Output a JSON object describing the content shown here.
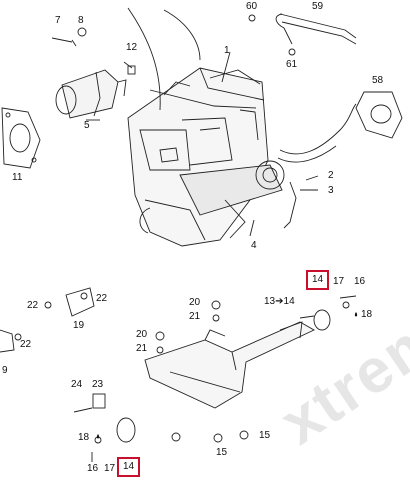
{
  "diagram": {
    "watermark": "xtrem",
    "callouts": {
      "c1": "1",
      "c2": "2",
      "c3": "3",
      "c4": "4",
      "c5": "5",
      "c7": "7",
      "c8": "8",
      "c9": "9",
      "c11": "11",
      "c12": "12",
      "c13": "13",
      "c14": "14",
      "c14_top": "14",
      "c14_bottom": "14",
      "c15a": "15",
      "c15b": "15",
      "c16a": "16",
      "c16b": "16",
      "c17a": "17",
      "c17b": "17",
      "c18a": "18",
      "c18b": "18",
      "c19": "19",
      "c20a": "20",
      "c20b": "20",
      "c21a": "21",
      "c21b": "21",
      "c22a": "22",
      "c22b": "22",
      "c22c": "22",
      "c23": "23",
      "c24": "24",
      "c58": "58",
      "c59": "59",
      "c60": "60",
      "c61": "61"
    },
    "highlight_color": "#c8102e"
  }
}
